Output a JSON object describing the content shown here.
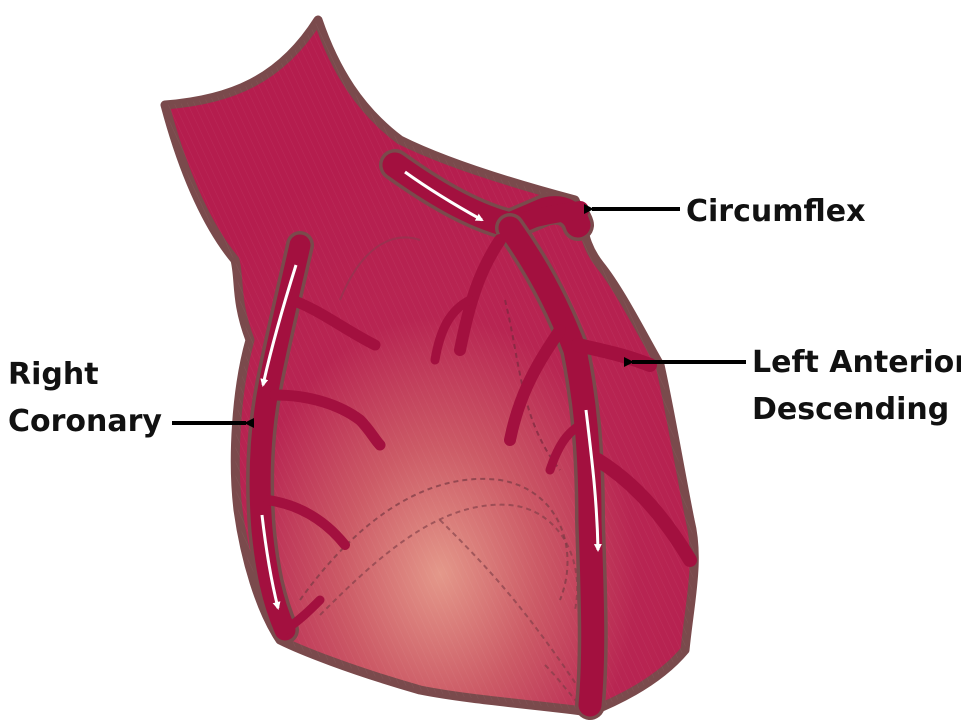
{
  "labels": {
    "circumflex": "Circumflex",
    "lad_line1": "Left Anterior",
    "lad_line2": "Descending",
    "rca_line1": "Right",
    "rca_line2": "Coronary"
  },
  "colors": {
    "heart_fill": "#b51d4e",
    "heart_outline": "#7a4a4c",
    "heart_light": "#e4988a",
    "artery_fill": "#a3103f",
    "artery_dark": "#8c0a35",
    "flow_arrow": "#ffffff",
    "pointer_arrow": "#000000"
  }
}
